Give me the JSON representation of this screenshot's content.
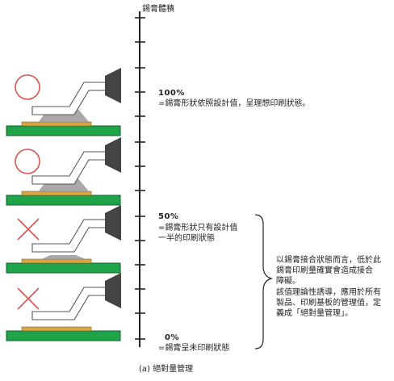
{
  "axis": {
    "title": "錫膏體積"
  },
  "levels": [
    {
      "percent": "100%",
      "desc": "=錫膏形狀依照設計值，呈理想印刷狀態。"
    },
    {
      "percent": "50%",
      "desc_line1": "=錫膏形狀只有設計值",
      "desc_line2": "一半的印刷狀態"
    },
    {
      "percent": "0%",
      "desc": "=錫膏呈未印刷狀態"
    }
  ],
  "judgements": [
    {
      "symbol": "circle",
      "meaning": "ok"
    },
    {
      "symbol": "circle",
      "meaning": "ok"
    },
    {
      "symbol": "cross",
      "meaning": "ng"
    },
    {
      "symbol": "cross",
      "meaning": "ng"
    }
  ],
  "note": {
    "line1": "以錫膏接合狀態而言，低於此",
    "line2": "錫膏印刷量確實會造成接合",
    "line3": "障礙。",
    "line4": "該值理論性誘導，應用於所有",
    "line5": "製品、印刷基板的管理值，定",
    "line6": "義成「絕對量管理」。"
  },
  "caption": "(a) 絕對量管理",
  "colors": {
    "board": "#1fa44a",
    "pad": "#d9a441",
    "paste": "#9a9a9a",
    "ok": "#d9534f",
    "ng": "#d9534f",
    "axis": "#222222",
    "component": "#444444"
  }
}
